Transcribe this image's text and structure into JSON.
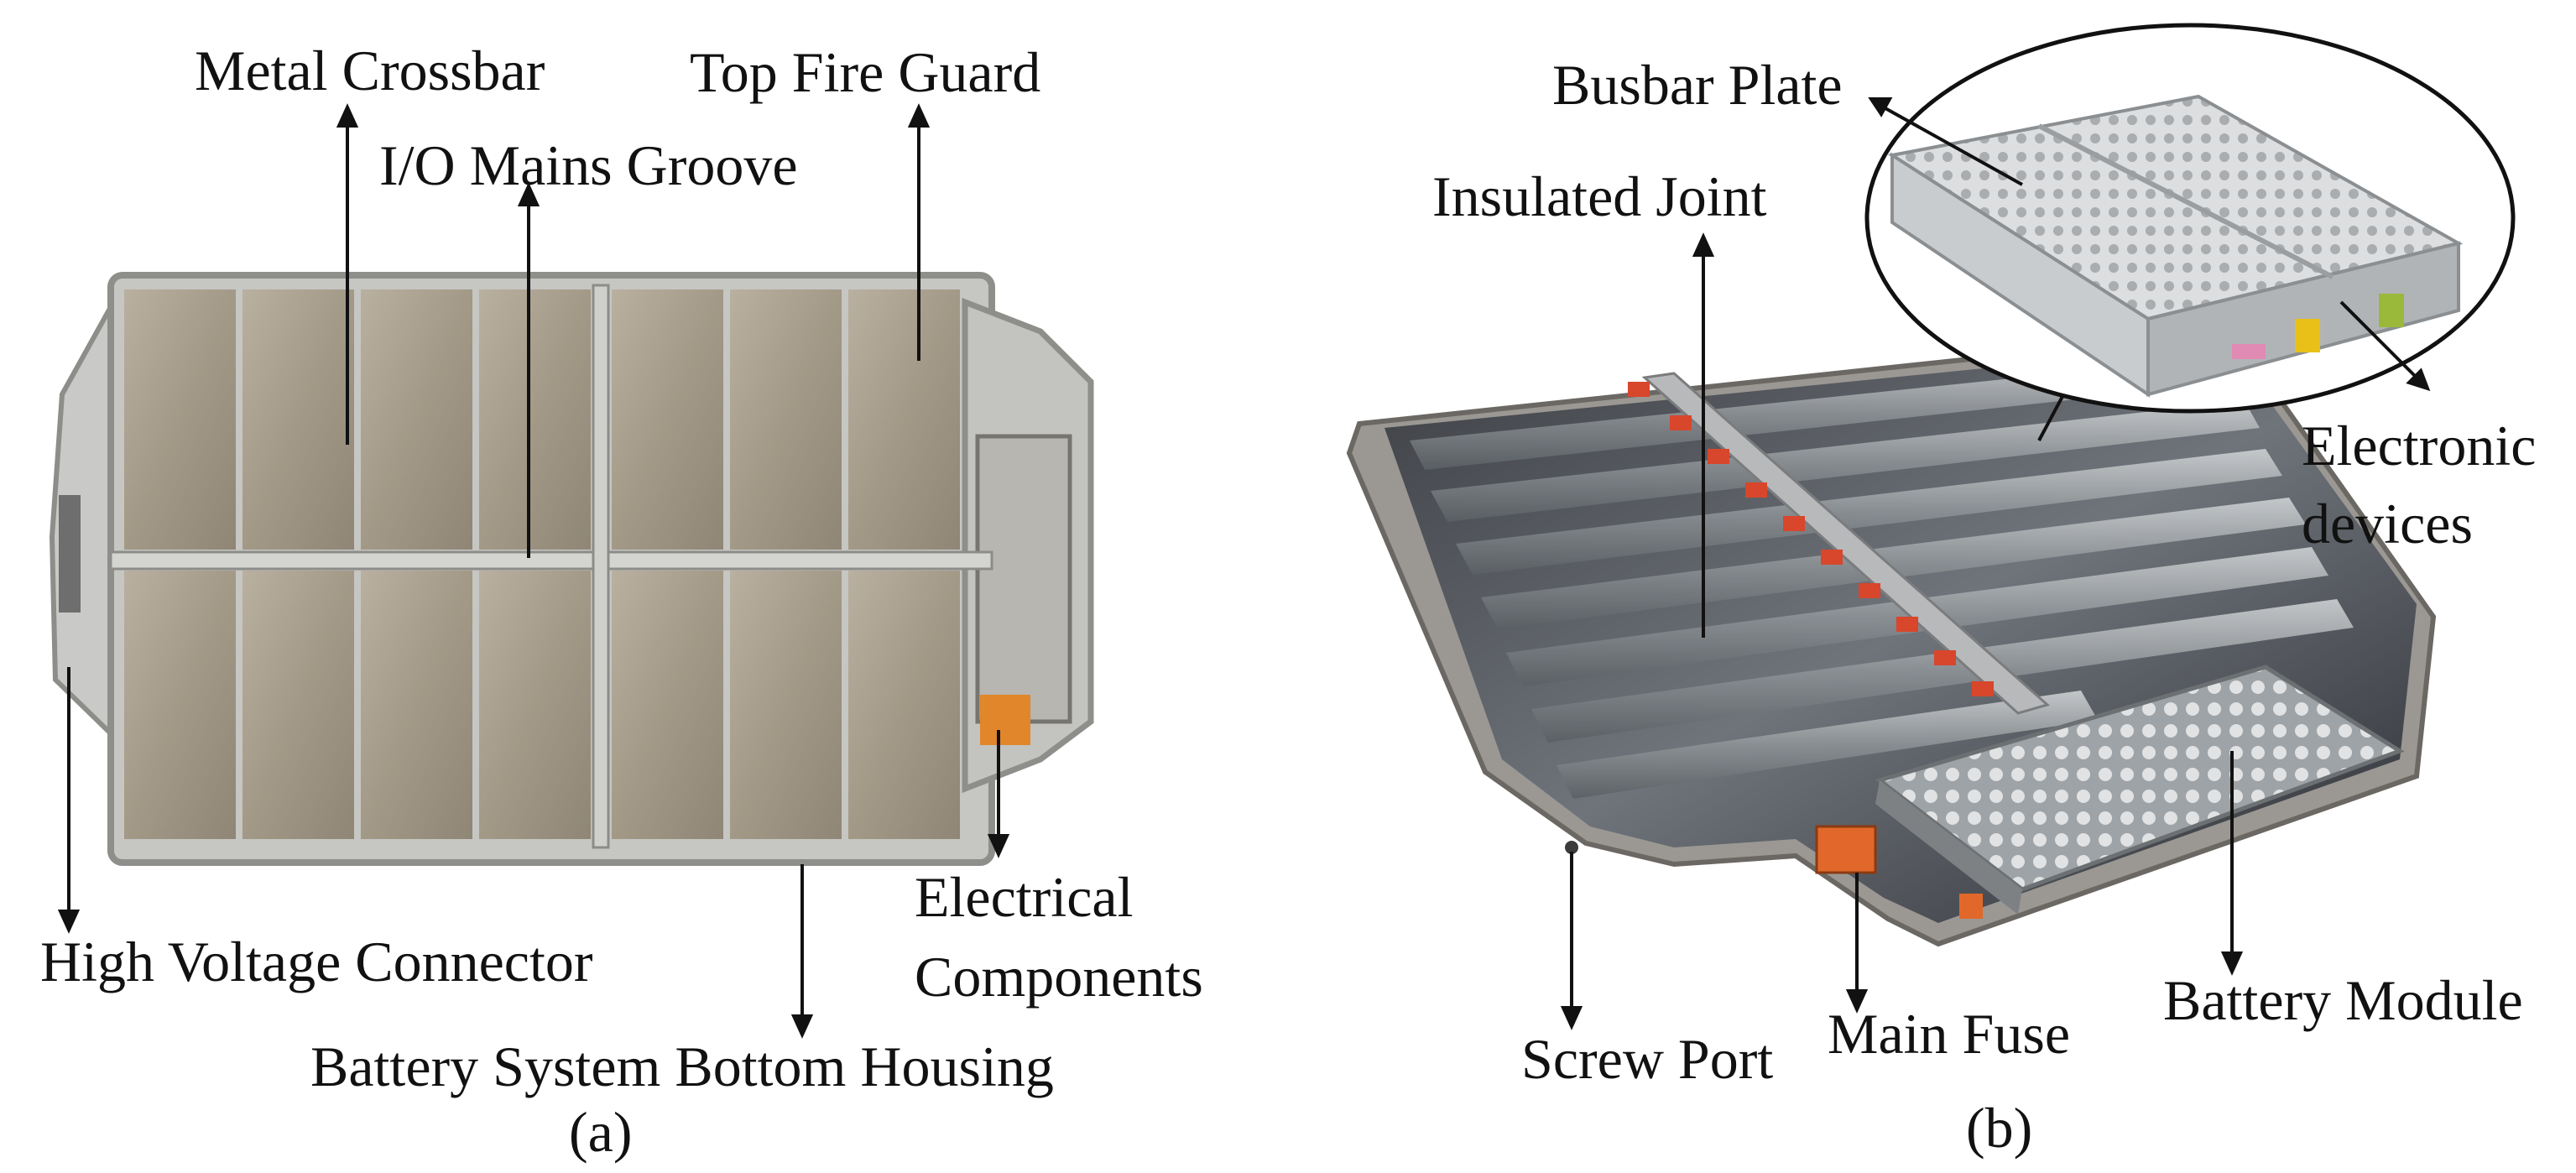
{
  "panel_a": {
    "caption": "(a)",
    "labels": {
      "metal_crossbar": "Metal Crossbar",
      "top_fire_guard": "Top Fire Guard",
      "io_mains_groove": "I/O Mains Groove",
      "high_voltage_connector": "High Voltage Connector",
      "electrical_components_1": "Electrical",
      "electrical_components_2": "Components",
      "battery_system_bottom_housing": "Battery System Bottom Housing"
    }
  },
  "panel_b": {
    "caption": "(b)",
    "labels": {
      "busbar_plate": "Busbar Plate",
      "insulated_joint": "Insulated Joint",
      "electronic_devices_1": "Electronic",
      "electronic_devices_2": "devices",
      "screw_port": "Screw Port",
      "main_fuse": "Main Fuse",
      "battery_module": "Battery Module"
    }
  },
  "colors": {
    "ink": "#111111",
    "frame": "#b9b9b6",
    "cell_panel": "#a49a89",
    "fuse_orange": "#e1682a",
    "joint_red": "#d8462c"
  }
}
